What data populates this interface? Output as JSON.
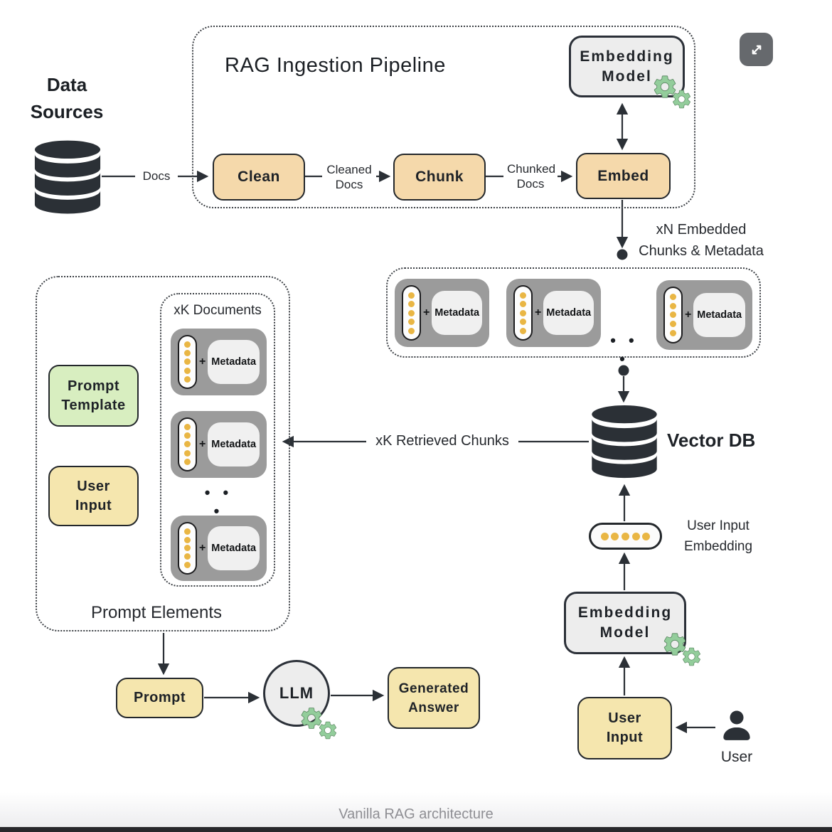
{
  "page": {
    "caption": "Vanilla RAG architecture"
  },
  "colors": {
    "peach": "#f5d9ab",
    "yellow": "#f5e6ae",
    "green": "#d8eec0",
    "chunk_gray": "#9b9b9b",
    "card_gray": "#f0f0f0",
    "model_gray": "#ededed",
    "dark": "#23272b",
    "gear_green": "#93cd9b",
    "dot_yellow": "#e9b644"
  },
  "expand_button": {
    "icon": "expand-icon"
  },
  "data_sources": {
    "icon": "database-icon",
    "label_lines": [
      "Data",
      "Sources"
    ],
    "docs_label": "Docs"
  },
  "ingestion": {
    "title": "RAG Ingestion Pipeline",
    "clean": "Clean",
    "chunk": "Chunk",
    "embed": "Embed",
    "cleaned_docs": [
      "Cleaned",
      "Docs"
    ],
    "chunked_docs": [
      "Chunked",
      "Docs"
    ],
    "embedding_model": [
      "Embedding",
      "Model"
    ]
  },
  "embedded_chunks": {
    "label": [
      "xN Embedded",
      "Chunks & Metadata"
    ],
    "metadata": "Metadata",
    "plus": "+",
    "ellipsis": "• • •"
  },
  "vector_db": {
    "icon": "database-icon",
    "label": "Vector DB"
  },
  "retrieval": {
    "xk_retrieved": "xK Retrieved Chunks"
  },
  "query_path": {
    "user_input_embedding": [
      "User Input",
      "Embedding"
    ],
    "embedding_model": [
      "Embedding",
      "Model"
    ],
    "user_input": [
      "User",
      "Input"
    ],
    "user": "User"
  },
  "prompt_elements": {
    "title": "Prompt Elements",
    "xk_documents": "xK Documents",
    "prompt_template": [
      "Prompt",
      "Template"
    ],
    "user_input": [
      "User",
      "Input"
    ]
  },
  "generation": {
    "prompt": "Prompt",
    "llm": "LLM",
    "generated_answer": [
      "Generated",
      "Answer"
    ]
  }
}
